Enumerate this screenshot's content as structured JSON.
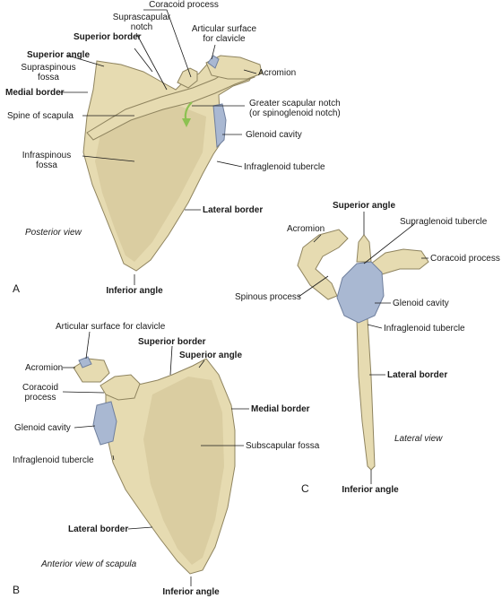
{
  "colors": {
    "bone": "#e6dbb1",
    "bone_shadow": "#cbbd8e",
    "bone_outline": "#8f845f",
    "cartilage": "#a9b8d2",
    "cartilage_outline": "#6f7f9d",
    "notch_arrow": "#8cc151",
    "text": "#1a1a1a"
  },
  "panel_a": {
    "letter": "A",
    "view": "Posterior view",
    "labels": {
      "coracoid_process": "Coracoid process",
      "suprascapular_notch_1": "Suprascapular",
      "suprascapular_notch_2": "notch",
      "articular_surface_1": "Articular surface",
      "articular_surface_2": "for clavicle",
      "superior_border": "Superior border",
      "superior_angle": "Superior angle",
      "supraspinous_1": "Supraspinous",
      "supraspinous_2": "fossa",
      "acromion": "Acromion",
      "medial_border": "Medial border",
      "greater_notch_1": "Greater scapular notch",
      "greater_notch_2": "(or spinoglenoid notch)",
      "spine": "Spine of scapula",
      "glenoid_cavity": "Glenoid cavity",
      "infraspinous_1": "Infraspinous",
      "infraspinous_2": "fossa",
      "infraglenoid": "Infraglenoid tubercle",
      "lateral_border": "Lateral border",
      "inferior_angle": "Inferior angle"
    }
  },
  "panel_b": {
    "letter": "B",
    "view": "Anterior view of scapula",
    "labels": {
      "articular_surface": "Articular surface for clavicle",
      "superior_border": "Superior border",
      "superior_angle": "Superior angle",
      "acromion": "Acromion",
      "coracoid_1": "Coracoid",
      "coracoid_2": "process",
      "medial_border": "Medial border",
      "glenoid_cavity": "Glenoid cavity",
      "subscapular_fossa": "Subscapular fossa",
      "infraglenoid": "Infraglenoid tubercle",
      "lateral_border": "Lateral border",
      "inferior_angle": "Inferior angle"
    }
  },
  "panel_c": {
    "letter": "C",
    "view": "Lateral view",
    "labels": {
      "superior_angle": "Superior angle",
      "acromion": "Acromion",
      "supraglenoid": "Supraglenoid tubercle",
      "coracoid_process": "Coracoid process",
      "spinous_process": "Spinous process",
      "glenoid_cavity": "Glenoid cavity",
      "infraglenoid": "Infraglenoid tubercle",
      "lateral_border": "Lateral border",
      "inferior_angle": "Inferior angle"
    }
  }
}
